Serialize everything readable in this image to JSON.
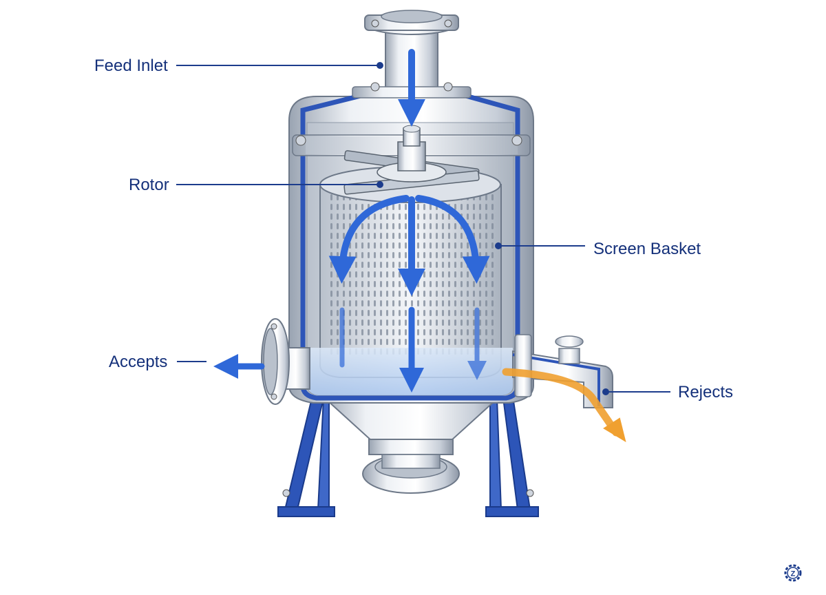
{
  "labels": {
    "feed_inlet": "Feed Inlet",
    "rotor": "Rotor",
    "screen_basket": "Screen Basket",
    "accepts": "Accepts",
    "rejects": "Rejects"
  },
  "logo_text": "Z",
  "colors": {
    "label_text": "#14307a",
    "leader_line": "#1c3c8c",
    "flow_arrow": "#2f68d8",
    "rejects_arrow": "#f0a030",
    "frame": "#2d55b8",
    "steel": "#d4dae2",
    "steel_dark": "#8e99a8",
    "water": "#b8d2f2"
  },
  "icons": {
    "logo": "gear-logo-icon"
  }
}
